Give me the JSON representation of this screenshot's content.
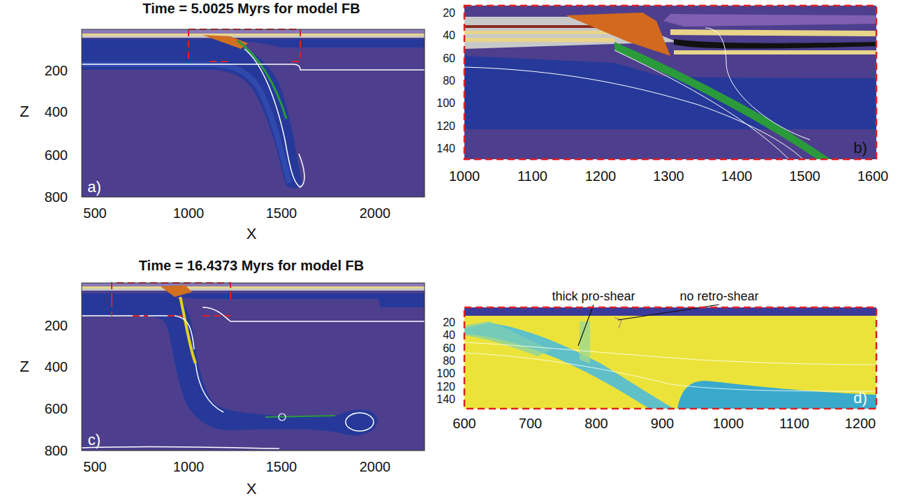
{
  "diagram": {
    "labels": [
      "Time = 5.0025 Myrs for model FB",
      "200",
      "400",
      "600",
      "800",
      "Z",
      "500",
      "1000",
      "1500",
      "2000",
      "X",
      "a)",
      "20",
      "40",
      "60",
      "80",
      "100",
      "120",
      "140",
      "1000",
      "1100",
      "1200",
      "1300",
      "1400",
      "1500",
      "1600",
      "b)",
      "Time = 16.4373 Myrs for model FB",
      "200",
      "400",
      "600",
      "800",
      "Z",
      "500",
      "1000",
      "1500",
      "2000",
      "X",
      "c)",
      "20",
      "40",
      "60",
      "80",
      "100",
      "120",
      "140",
      "600",
      "700",
      "800",
      "900",
      "1000",
      "1100",
      "1200",
      "thick pro-shear",
      "no retro-shear",
      "d)"
    ]
  }
}
